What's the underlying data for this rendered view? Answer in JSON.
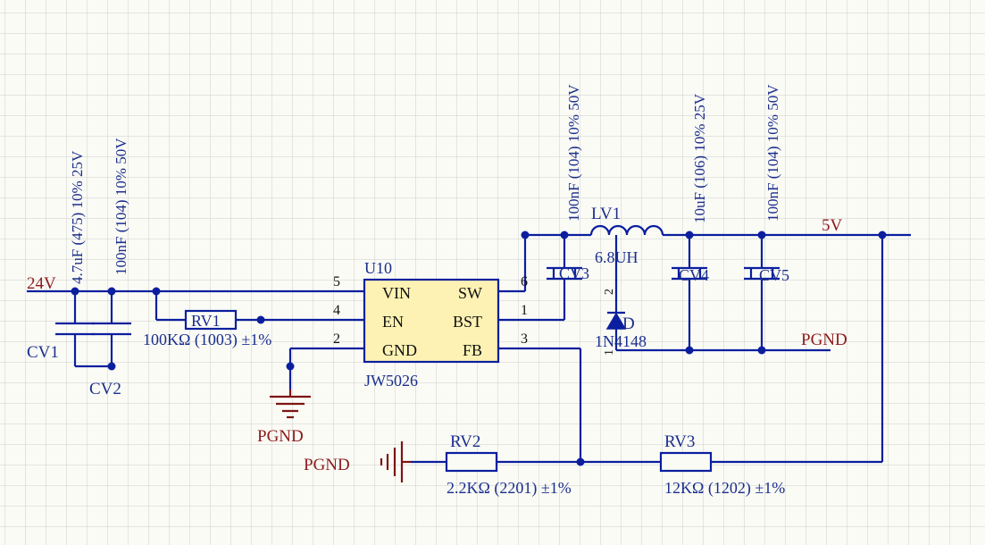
{
  "nets": {
    "vin": "24V",
    "vout": "5V",
    "gnd_main": "PGND",
    "gnd_output": "PGND",
    "gnd_fb": "PGND"
  },
  "ic": {
    "ref": "U10",
    "part": "JW5026",
    "pins": {
      "vin_label": "VIN",
      "vin_num": "5",
      "en_label": "EN",
      "en_num": "4",
      "gnd_label": "GND",
      "gnd_num": "2",
      "sw_label": "SW",
      "sw_num": "6",
      "bst_label": "BST",
      "bst_num": "1",
      "fb_label": "FB",
      "fb_num": "3"
    }
  },
  "components": {
    "cv1": {
      "ref": "CV1",
      "value": "4.7uF (475) 10% 25V"
    },
    "cv2": {
      "ref": "CV2",
      "value": "100nF (104) 10% 50V"
    },
    "cv3": {
      "ref": "CV3",
      "value": "100nF (104) 10% 50V"
    },
    "cv4": {
      "ref": "CV4",
      "value": "10uF (106) 10% 25V"
    },
    "cv5": {
      "ref": "CV5",
      "value": "100nF (104) 10% 50V"
    },
    "rv1": {
      "ref": "RV1",
      "value": "100KΩ (1003) ±1%"
    },
    "rv2": {
      "ref": "RV2",
      "value": "2.2KΩ (2201) ±1%"
    },
    "rv3": {
      "ref": "RV3",
      "value": "12KΩ (1202) ±1%"
    },
    "lv1": {
      "ref": "LV1",
      "value": "6.8UH"
    },
    "d": {
      "ref": "D",
      "value": "1N4148",
      "pin1": "1",
      "pin2": "2"
    }
  },
  "colors": {
    "wire": "#0b1f9e",
    "ground": "#7e1414",
    "ic_fill": "#fdf2b3",
    "background": "#fbfbf6"
  }
}
